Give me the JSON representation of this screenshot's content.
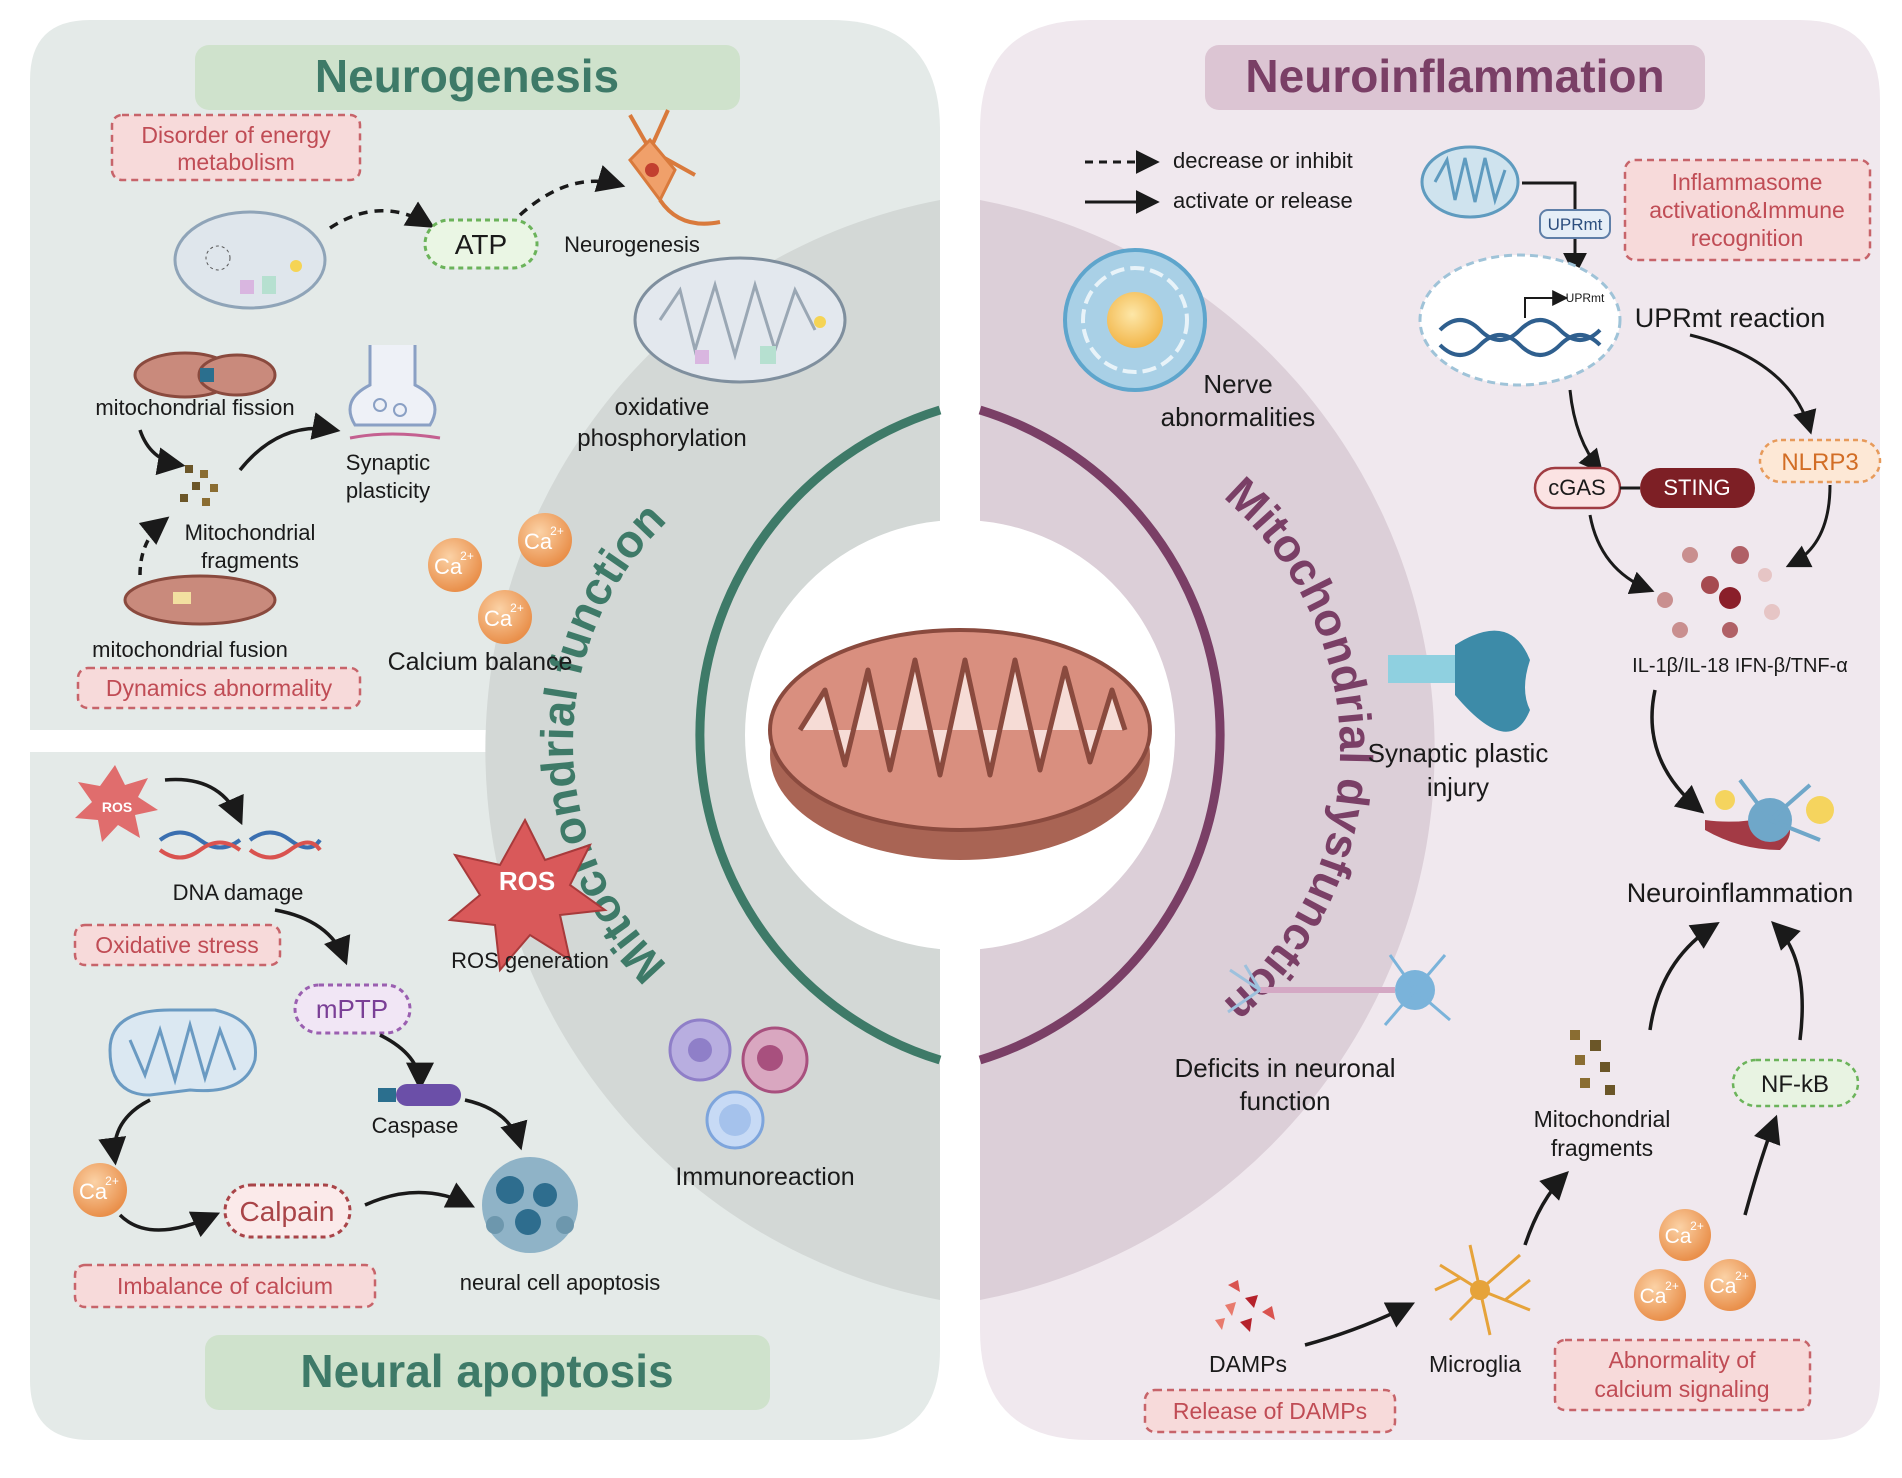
{
  "left": {
    "title_top": "Neurogenesis",
    "title_bottom": "Neural apoptosis",
    "tag_energy": [
      "Disorder of energy",
      "metabolism"
    ],
    "atp": "ATP",
    "neurogenesis_label": "Neurogenesis",
    "oxphos": [
      "oxidative",
      "phosphorylation"
    ],
    "fission": "mitochondrial fission",
    "fragments": [
      "Mitochondrial",
      "fragments"
    ],
    "fusion": "mitochondrial fusion",
    "synaptic": [
      "Synaptic",
      "plasticity"
    ],
    "tag_dynamics": "Dynamics abnormality",
    "calcium_balance": "Calcium balance",
    "ca_symbol": "Ca",
    "ca_sup": "2+",
    "ros_small": "ROS",
    "dna_damage": "DNA  damage",
    "tag_oxidative": "Oxidative stress",
    "mptp": "mPTP",
    "caspase": "Caspase",
    "calpain": "Calpain",
    "tag_calcium": "Imbalance of calcium",
    "apoptosis": "neural cell apoptosis",
    "ros_big": "ROS",
    "ros_generation": "ROS generation",
    "immunoreaction": "Immunoreaction"
  },
  "center": {
    "ring_left": "Mitochondrial function",
    "ring_right": "Mitochondrial dysfunction"
  },
  "right": {
    "title": "Neuroinflammation",
    "legend_dashed": "decrease or inhibit",
    "legend_solid": "activate  or  release",
    "uprmt_box": "UPRmt",
    "uprmt_dna": "UPRmt",
    "uprmt_reaction": "UPRmt reaction",
    "tag_inflammasome": [
      "Inflammasome",
      "activation&Immune",
      "recognition"
    ],
    "nerve_abn": [
      "Nerve",
      "abnormalities"
    ],
    "nlrp3": "NLRP3",
    "cgas": "cGAS",
    "sting": "STING",
    "cytokines": "IL-1β/IL-18 IFN-β/TNF-α",
    "synaptic_injury": [
      "Synaptic plastic",
      "injury"
    ],
    "neuroinflammation_label": "Neuroinflammation",
    "deficits": [
      "Deficits in neuronal",
      "function"
    ],
    "mito_fragments": [
      "Mitochondrial",
      "fragments"
    ],
    "nfkb": "NF-kB",
    "damps": "DAMPs",
    "microglia": "Microglia",
    "tag_damps": "Release of DAMPs",
    "tag_calcium": [
      "Abnormality of",
      "calcium signaling"
    ]
  },
  "colors": {
    "left_panel": "#e4eae8",
    "right_panel": "#f0e8ee",
    "ring_left": "#d3d8d6",
    "ring_right": "#dccfd8",
    "teal": "#3e7a68",
    "plum": "#7a3f66",
    "tag_fill": "#f7dada",
    "tag_stroke": "#c7646a",
    "title_left_fill": "#cfe2cc",
    "title_right_fill": "#dcc5d3"
  }
}
